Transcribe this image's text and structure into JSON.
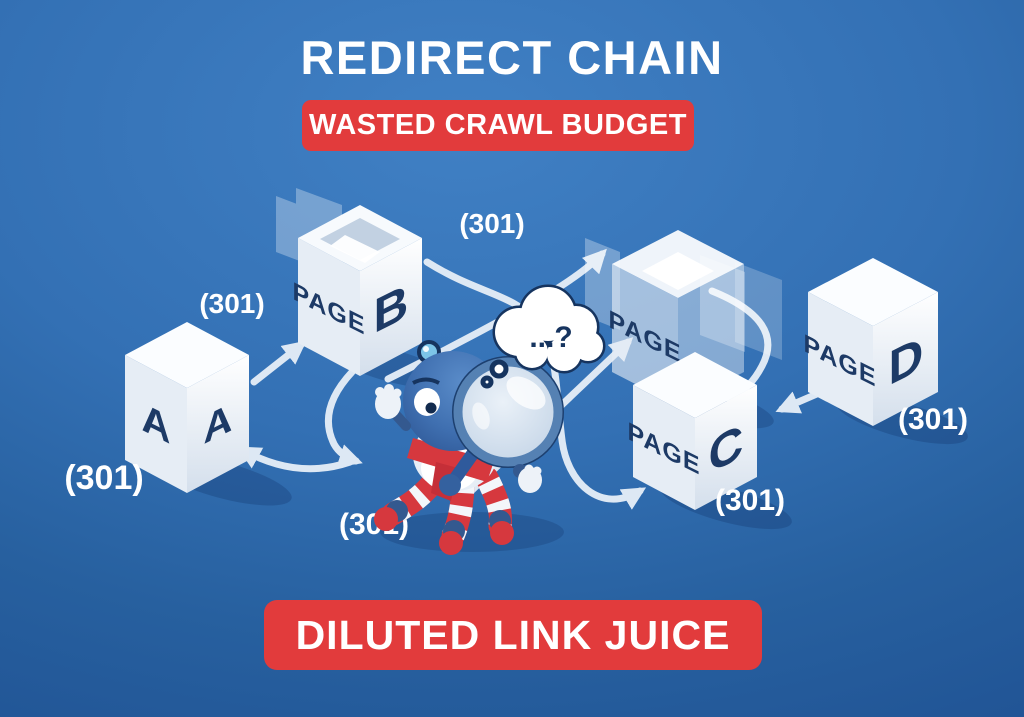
{
  "title": "REDIRECT CHAIN",
  "top_banner": "WASTED CRAWL BUDGET",
  "bottom_banner": "DILUTED LINK JUICE",
  "thought_bubble": "...?",
  "redirect_labels": {
    "above_page_a": "(301)",
    "below_page_a": "(301)",
    "page_b_to_ghost": "(301)",
    "below_mascot": "(301)",
    "below_page_c": "(301)",
    "below_page_d": "(301)"
  },
  "boxes": {
    "a": {
      "left_face": "A",
      "right_face": "A"
    },
    "b": {
      "left_face": "PAGE",
      "right_face": "B"
    },
    "ghost": {
      "left_face": "PAGE"
    },
    "c": {
      "left_face": "PAGE",
      "right_face": "C"
    },
    "d": {
      "left_face": "PAGE",
      "right_face": "D"
    }
  },
  "colors": {
    "background_top": "#4080c4",
    "background_bottom": "#1c4b8e",
    "banner_red": "#e23b3c",
    "arrow": "#dde8f4",
    "box_text": "#1d3a66",
    "mascot_blue": "#3f6fb0",
    "mascot_red": "#d6383e",
    "outline_navy": "#16345f"
  }
}
